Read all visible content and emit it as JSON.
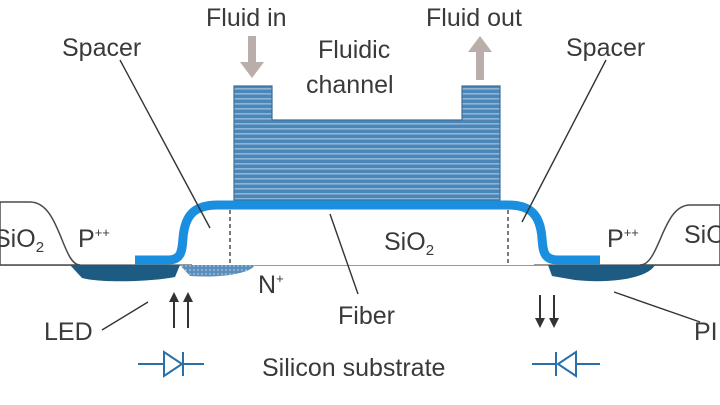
{
  "labels": {
    "fluid_in": "Fluid in",
    "fluid_out": "Fluid out",
    "spacer_left": "Spacer",
    "spacer_right": "Spacer",
    "fluidic_channel_line1": "Fluidic",
    "fluidic_channel_line2": "channel",
    "sio2_left": "SiO",
    "sio2_left_sub": "2",
    "sio2_center": "SiO",
    "sio2_center_sub": "2",
    "sio2_right": "SiO",
    "p_left": "P",
    "p_left_sup": "++",
    "p_right": "P",
    "p_right_sup": "++",
    "n_plus": "N",
    "n_plus_sup": "+",
    "fiber": "Fiber",
    "led": "LED",
    "pd": "PI",
    "substrate": "Silicon substrate"
  },
  "colors": {
    "fiber_blue": "#1a8fe0",
    "channel_fill": "#4b86b8",
    "channel_stripe": "#8fb5d6",
    "doped_dark": "#1e5b83",
    "arrow_gray": "#b9aeaa",
    "line": "#4a4a4a",
    "diode_blue": "#2a6fa8"
  },
  "icons": {
    "fluid_in_arrow": "down-arrow",
    "fluid_out_arrow": "up-arrow",
    "led_light": "up-arrows-pair",
    "pd_light": "down-arrows-pair",
    "led_symbol": "diode-symbol",
    "pd_symbol": "photodiode-symbol"
  }
}
